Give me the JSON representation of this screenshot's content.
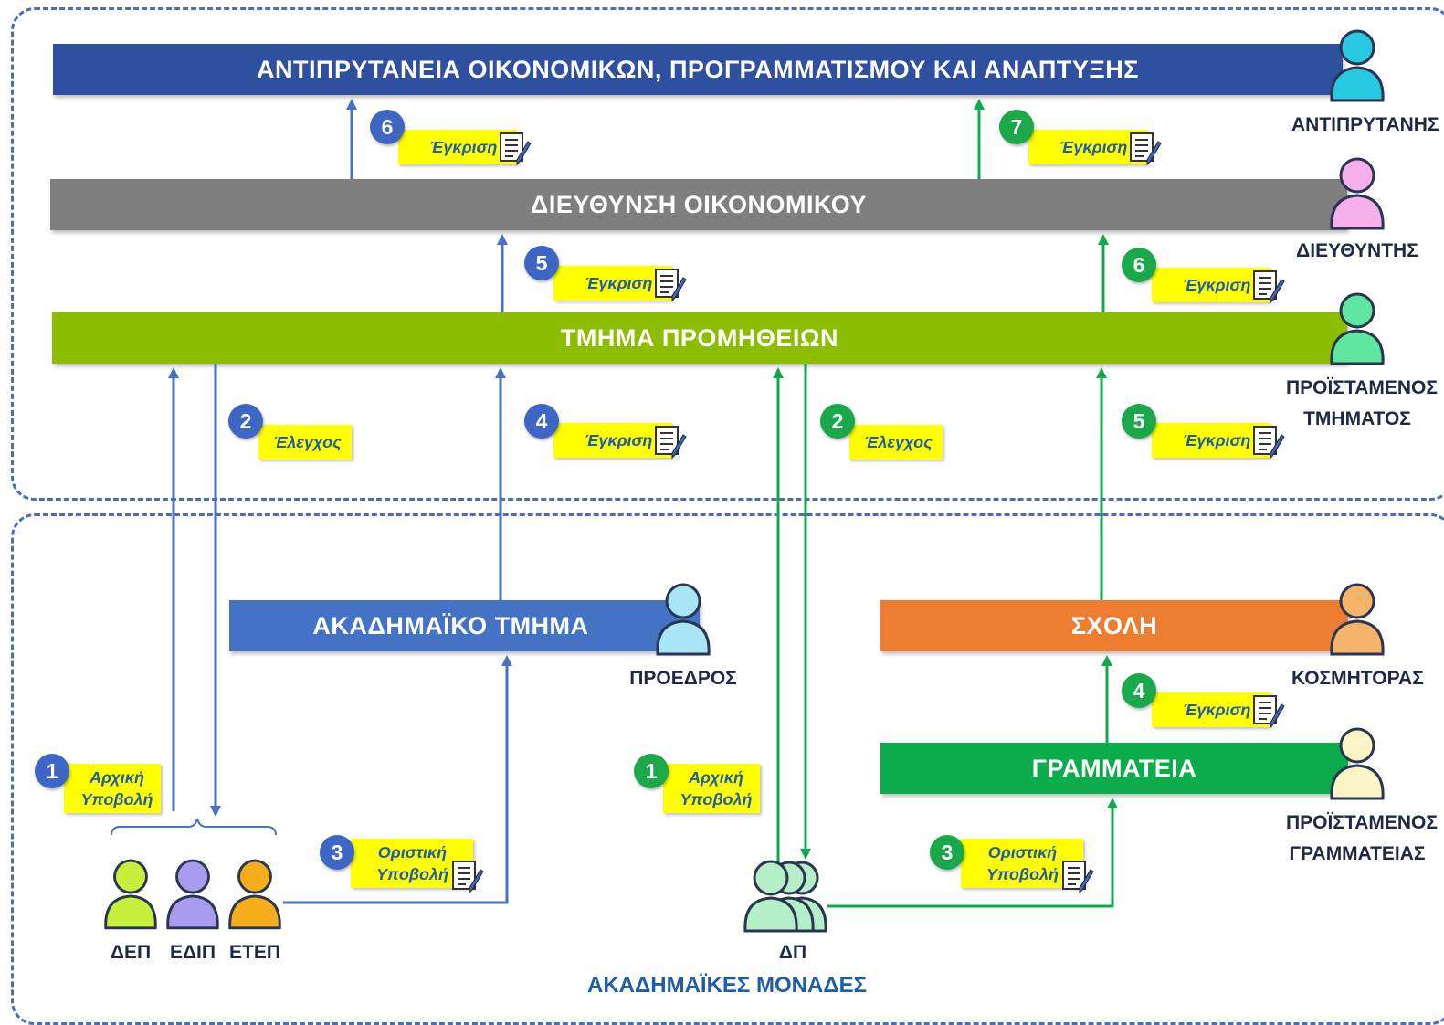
{
  "bars": {
    "vice_rectorate": "ΑΝΤΙΠΡΥΤΑΝΕΙΑ ΟΙΚΟΝΟΜΙΚΩΝ, ΠΡΟΓΡΑΜΜΑΤΙΣΜΟΥ ΚΑΙ ΑΝΑΠΤΥΞΗΣ",
    "finance_directorate": "ΔΙΕΥΘΥΝΣΗ ΟΙΚΟΝΟΜΙΚΟΥ",
    "procurement": "ΤΜΗΜΑ ΠΡΟΜΗΘΕΙΩΝ",
    "academic_department": "ΑΚΑΔΗΜΑΪΚΟ ΤΜΗΜΑ",
    "school": "ΣΧΟΛΗ",
    "secretariat": "ΓΡΑΜΜΑΤΕΙΑ"
  },
  "roles": {
    "vice_rector": "ΑΝΤΙΠΡΥΤΑΝΗΣ",
    "director": "ΔΙΕΥΘΥΝΤΗΣ",
    "head_line1": "ΠΡΟΪΣΤΑΜΕΝΟΣ",
    "head_line2": "ΤΜΗΜΑΤΟΣ",
    "chair": "ΠΡΟΕΔΡΟΣ",
    "dean": "ΚΟΣΜΗΤΟΡΑΣ",
    "sec_head_line1": "ΠΡΟΪΣΤΑΜΕΝΟΣ",
    "sec_head_line2": "ΓΡΑΜΜΑΤΕΙΑΣ",
    "dep": "ΔΕΠ",
    "edip": "ΕΔΙΠ",
    "etep": "ΕΤΕΠ",
    "dp": "ΔΠ"
  },
  "footer": "ΑΚΑΔΗΜΑΪΚΕΣ ΜΟΝΑΔΕΣ",
  "steps": {
    "b1": {
      "num": "1",
      "l1": "Αρχική",
      "l2": "Υποβολή"
    },
    "b2": {
      "num": "2",
      "l1": "Έλεγχος"
    },
    "b3": {
      "num": "3",
      "l1": "Οριστική",
      "l2": "Υποβολή"
    },
    "b4": {
      "num": "4",
      "l1": "Έγκριση"
    },
    "b5": {
      "num": "5",
      "l1": "Έγκριση"
    },
    "b6": {
      "num": "6",
      "l1": "Έγκριση"
    },
    "g1": {
      "num": "1",
      "l1": "Αρχική",
      "l2": "Υποβολή"
    },
    "g2": {
      "num": "2",
      "l1": "Έλεγχος"
    },
    "g3": {
      "num": "3",
      "l1": "Οριστική",
      "l2": "Υποβολή"
    },
    "g4": {
      "num": "4",
      "l1": "Έγκριση"
    },
    "g5": {
      "num": "5",
      "l1": "Έγκριση"
    },
    "g6": {
      "num": "6",
      "l1": "Έγκριση"
    },
    "g7": {
      "num": "7",
      "l1": "Έγκριση"
    }
  },
  "colors": {
    "vice_rectorate": "#2f4f9f",
    "finance_directorate": "#7f7f7f",
    "procurement": "#8cbd00",
    "academic_department": "#4472c4",
    "school": "#ed7d31",
    "secretariat": "#0cab4c",
    "blue_flow": "#4472c4",
    "green_flow": "#12a84c",
    "dashed_border": "#4a6fb8"
  }
}
